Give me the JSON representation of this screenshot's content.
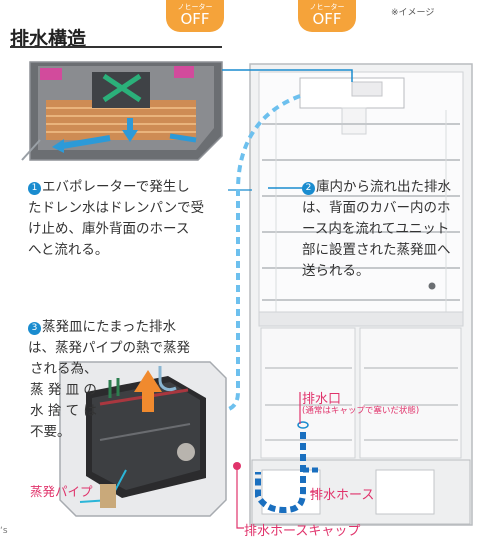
{
  "header": {
    "badge_left_small": "ノヒーター",
    "badge_left_big": "OFF",
    "badge_right_small": "ノヒーター",
    "badge_right_big": "OFF",
    "note": "※イメージ",
    "title": "排水構造"
  },
  "steps": [
    {
      "number": "1",
      "lines": [
        "エバポレーターで発生し",
        "たドレン水はドレンパンで受",
        "け止め、庫外背面のホース",
        "へと流れる。"
      ]
    },
    {
      "number": "2",
      "lines": [
        "庫内から流れ出た排水",
        "は、背面のカバー内のホ",
        "ース内を流れてユニット",
        "部に設置された蒸発皿へ",
        "送られる。"
      ]
    },
    {
      "number": "3",
      "lines": [
        "蒸発皿にたまった排水",
        "は、蒸発パイプの熱で蒸発",
        "される為、",
        "蒸 発 皿 の",
        "水 捨 て は",
        "不要。"
      ]
    }
  ],
  "labels": {
    "drain_port": "排水口",
    "drain_port_note": "(通常はキャップで塞いだ状態)",
    "drain_hose": "排水ホース",
    "drain_hose_cap": "排水ホースキャップ",
    "evap_pipe": "蒸発パイプ"
  },
  "corner_text": "‘s",
  "colors": {
    "accent_blue": "#1a8ccf",
    "accent_pink": "#e0336b",
    "badge_orange": "#f5a33a"
  }
}
